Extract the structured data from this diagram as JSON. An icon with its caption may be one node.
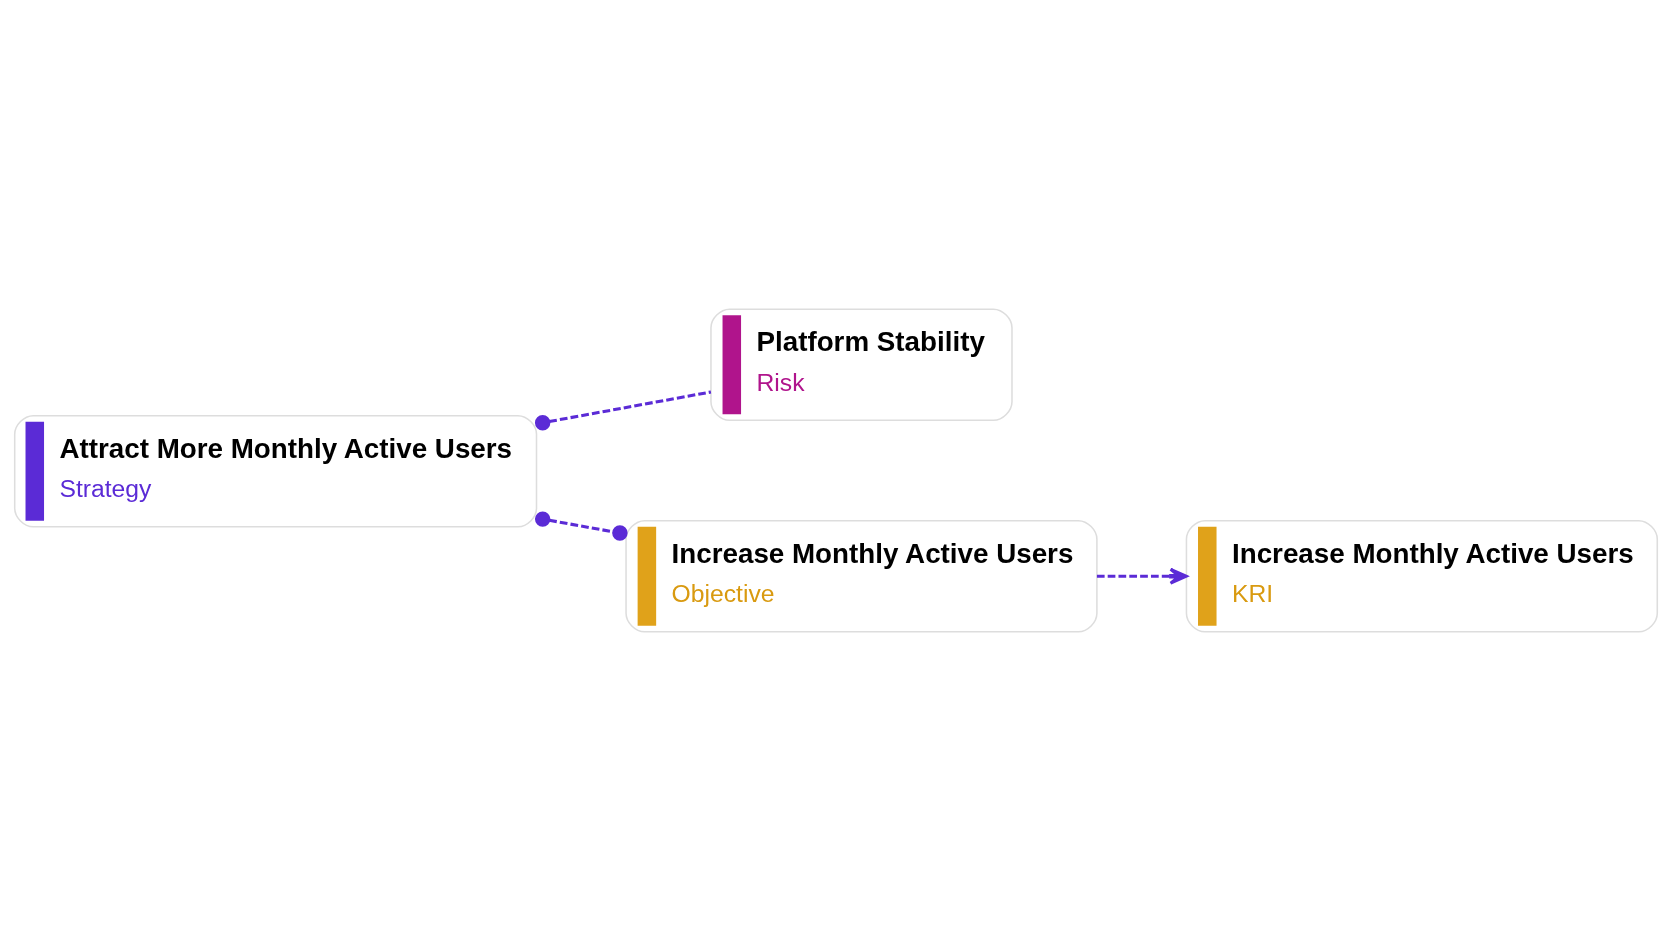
{
  "diagram": {
    "nodes": [
      {
        "text": [
          "Attract More Monthly Active Users",
          "Strategy"
        ]
      },
      {
        "text": [
          "Platform Stability",
          "Risk"
        ]
      },
      {
        "text": [
          "Increase Monthly Active Users",
          "Objective"
        ]
      },
      {
        "text": [
          "Increase Monthly Active Users",
          "KRI"
        ]
      }
    ],
    "edges": [
      {
        "from": 0,
        "to": 1,
        "arrow": "other",
        "style": "dashed"
      },
      {
        "from": 0,
        "to": 2,
        "arrow": "other",
        "style": "dashed"
      },
      {
        "from": 2,
        "to": 3,
        "arrow": "to",
        "style": "dashed"
      }
    ]
  }
}
